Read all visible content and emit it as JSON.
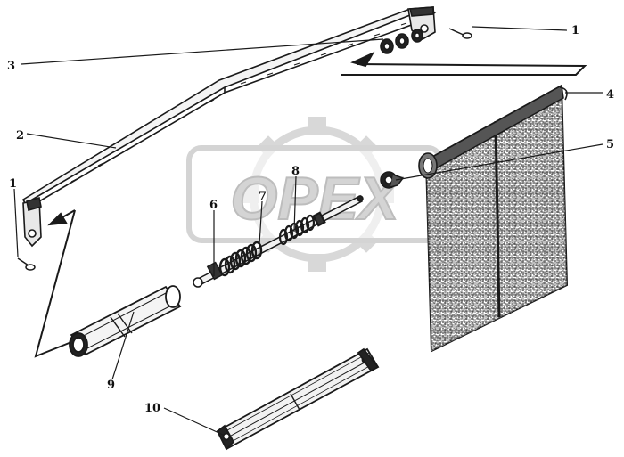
{
  "watermark": {
    "text": "OPEX",
    "color": "#d6d6d6"
  },
  "diagram": {
    "ink_color": "#1a1a1a",
    "callouts": [
      {
        "id": "c1a",
        "text": "1"
      },
      {
        "id": "c1b",
        "text": "1"
      },
      {
        "id": "c2",
        "text": "2"
      },
      {
        "id": "c3",
        "text": "3"
      },
      {
        "id": "c4",
        "text": "4"
      },
      {
        "id": "c5",
        "text": "5"
      },
      {
        "id": "c6",
        "text": "6"
      },
      {
        "id": "c7",
        "text": "7"
      },
      {
        "id": "c8",
        "text": "8"
      },
      {
        "id": "c9",
        "text": "9"
      },
      {
        "id": "c10",
        "text": "10"
      }
    ]
  }
}
